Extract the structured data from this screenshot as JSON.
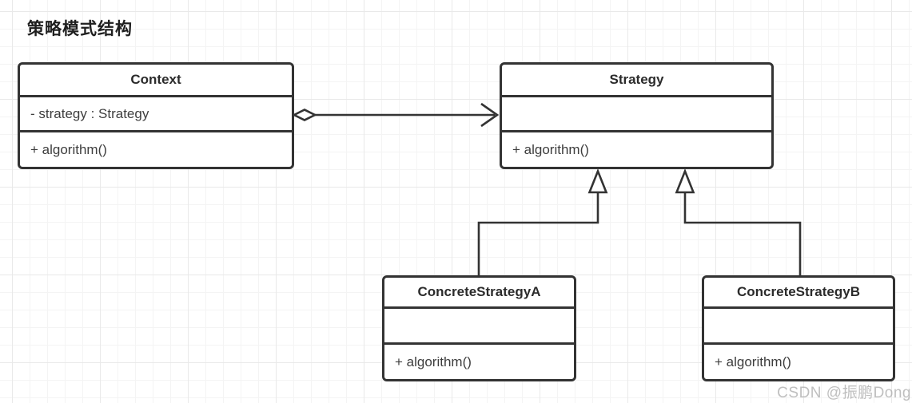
{
  "page_title": "策略模式结构",
  "diagram": {
    "classes": [
      {
        "id": "context",
        "name": "Context",
        "attributes": [
          "- strategy : Strategy"
        ],
        "methods": [
          "+ algorithm()"
        ]
      },
      {
        "id": "strategy",
        "name": "Strategy",
        "attributes": [],
        "methods": [
          "+ algorithm()"
        ]
      },
      {
        "id": "concreteA",
        "name": "ConcreteStrategyA",
        "attributes": [],
        "methods": [
          "+ algorithm()"
        ]
      },
      {
        "id": "concreteB",
        "name": "ConcreteStrategyB",
        "attributes": [],
        "methods": [
          "+ algorithm()"
        ]
      }
    ],
    "relations": [
      {
        "type": "aggregation",
        "from": "Context",
        "to": "Strategy"
      },
      {
        "type": "inheritance",
        "from": "ConcreteStrategyA",
        "to": "Strategy"
      },
      {
        "type": "inheritance",
        "from": "ConcreteStrategyB",
        "to": "Strategy"
      }
    ]
  },
  "watermark": "CSDN @振鹏Dong",
  "colors": {
    "line": "#333333",
    "box_background": "#ffffff",
    "grid_minor": "#f4f4f4",
    "grid_major": "#e9e9e9",
    "watermark": "#aaaaaa"
  }
}
